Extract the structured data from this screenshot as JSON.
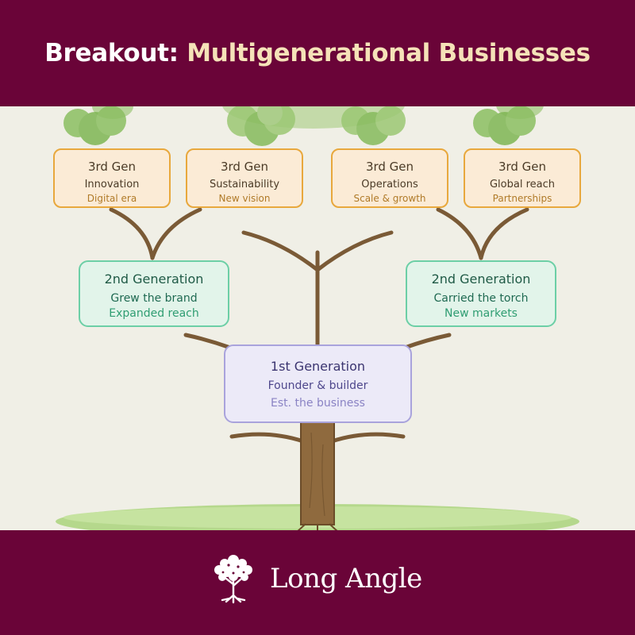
{
  "header": {
    "title_prefix": "Breakout:",
    "title_accent": "Multigenerational Businesses"
  },
  "tree": {
    "third_generation": [
      {
        "title": "3rd Gen",
        "role": "Innovation",
        "detail": "Digital era"
      },
      {
        "title": "3rd Gen",
        "role": "Sustainability",
        "detail": "New vision"
      },
      {
        "title": "3rd Gen",
        "role": "Operations",
        "detail": "Scale & growth"
      },
      {
        "title": "3rd Gen",
        "role": "Global reach",
        "detail": "Partnerships"
      }
    ],
    "second_generation": [
      {
        "title": "2nd Generation",
        "role": "Grew the brand",
        "detail": "Expanded reach"
      },
      {
        "title": "2nd Generation",
        "role": "Carried the torch",
        "detail": "New markets"
      }
    ],
    "first_generation": {
      "title": "1st Generation",
      "role": "Founder & builder",
      "detail": "Est. the business"
    }
  },
  "footer": {
    "brand_name": "Long Angle",
    "logo_icon": "tree-logo-icon"
  },
  "colors": {
    "brand_maroon": "#6a0438",
    "title_accent": "#f5e2b8",
    "background": "#f0efe6",
    "branch": "#7a5a36",
    "foliage": "#8cbf62",
    "gen3_border": "#e8a83d",
    "gen2_border": "#6ccfa6",
    "gen1_border": "#a9a3dc"
  }
}
